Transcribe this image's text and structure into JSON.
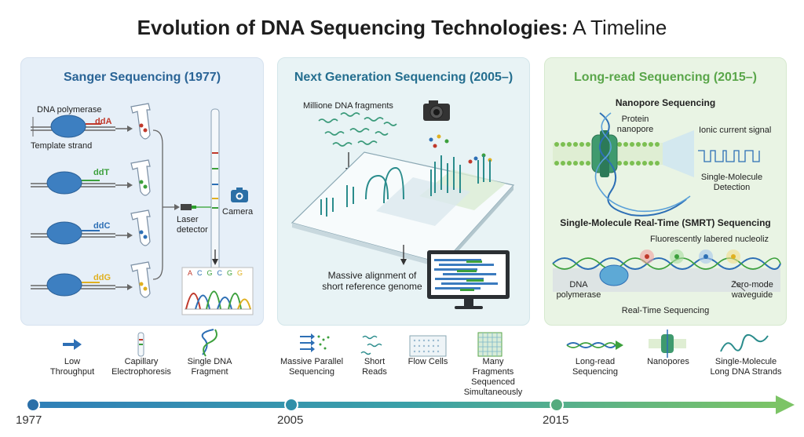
{
  "title": {
    "bold": "Evolution of DNA Sequencing Technologies:",
    "rest": " A Timeline"
  },
  "colors": {
    "sanger": "#2a6496",
    "ngs": "#246e8f",
    "long_read": "#5aa64a",
    "ddA": "#c0392b",
    "ddT": "#3ca03c",
    "ddC": "#2d6fb5",
    "ddG": "#e0b020"
  },
  "panels": {
    "sanger": {
      "heading": "Sanger Sequencing (1977)",
      "dna_polymerase": "DNA polymerase",
      "template_strand": "Template strand",
      "dd": [
        "ddA",
        "ddT",
        "ddC",
        "ddG"
      ],
      "laser": "Laser detector",
      "camera": "Camera",
      "bases": [
        "A",
        "C",
        "G",
        "C",
        "G",
        "G"
      ]
    },
    "ngs": {
      "heading": "Next Generation Sequencing (2005–)",
      "fragments": "Millione DNA fragments",
      "alignment": "Massive alignment of short reference genome"
    },
    "long_read": {
      "heading": "Long-read Sequencing (2015–)",
      "nanopore_title": "Nanopore Sequencing",
      "protein_nanopore": "Protein nanopore",
      "ionic": "Ionic current signal",
      "single_molecule": "Single-Molecule Detection",
      "smrt_title": "Single-Molecule Real-Time (SMRT) Sequencing",
      "fluor": "Fluorescently labered nucleoliz",
      "dna_polymerase": "DNA polymerase",
      "zmw": "Zero-mode waveguide",
      "realtime": "Real-Time Sequencing"
    }
  },
  "features": [
    {
      "label": "Low Throughput",
      "icon": "arrow-icon"
    },
    {
      "label": "Capillary Electrophoresis",
      "icon": "capillary-icon"
    },
    {
      "label": "Single DNA Fragment",
      "icon": "dna-helix-icon"
    },
    {
      "label": "Massive Parallel Sequencing",
      "icon": "parallel-arrows-icon"
    },
    {
      "label": "Short Reads",
      "icon": "short-reads-icon"
    },
    {
      "label": "Flow Cells",
      "icon": "flow-cell-icon"
    },
    {
      "label": "Many Fragments Sequenced Simultaneously",
      "icon": "grid-icon"
    },
    {
      "label": "Long-read Sequencing",
      "icon": "long-helix-arrow-icon"
    },
    {
      "label": "Nanopores",
      "icon": "nanopore-icon"
    },
    {
      "label": "Single-Molecule Long DNA Strands",
      "icon": "strand-icon"
    }
  ],
  "timeline": {
    "years": [
      "1977",
      "2005",
      "2015"
    ]
  }
}
